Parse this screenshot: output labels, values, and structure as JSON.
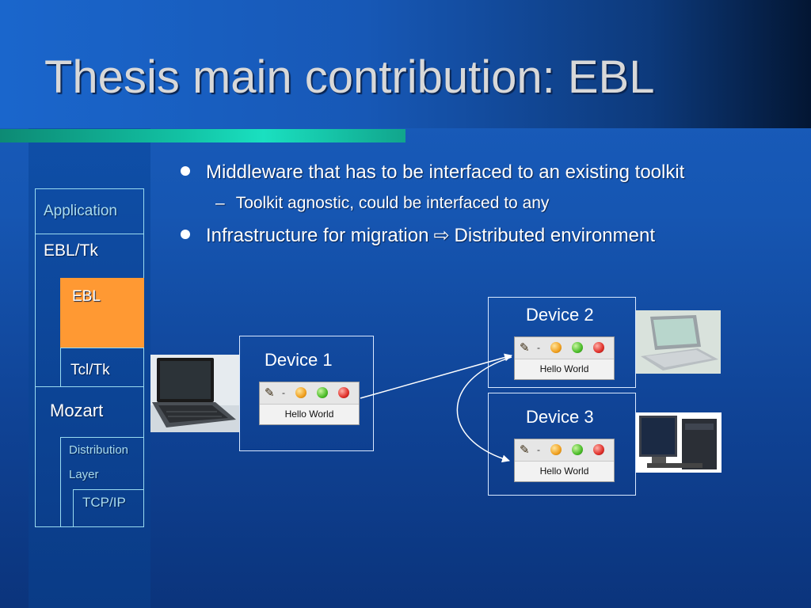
{
  "slide": {
    "title": "Thesis main contribution: EBL",
    "colors": {
      "background": "#1656b2",
      "accent_bar": "#12c2a4",
      "ebl_highlight": "#ff9933",
      "stack_border": "#9adbf0"
    }
  },
  "bullets": [
    {
      "level": 1,
      "text": "Middleware that has to be interfaced to an existing toolkit"
    },
    {
      "level": 2,
      "text": "Toolkit agnostic, could be interfaced to any"
    },
    {
      "level": 1,
      "text_before": "Infrastructure for migration",
      "arrow": "⇨",
      "text_after": "Distributed environment"
    }
  ],
  "stack": {
    "application": "Application",
    "ebl_tk": "EBL/Tk",
    "ebl": "EBL",
    "tcl_tk": "Tcl/Tk",
    "mozart": "Mozart",
    "distribution_line1": "Distribution",
    "distribution_line2": "Layer",
    "tcp_ip": "TCP/IP"
  },
  "devices": [
    {
      "label": "Device 1",
      "window_text": "Hello World",
      "photo_icon": "laptop-icon"
    },
    {
      "label": "Device 2",
      "window_text": "Hello World",
      "photo_icon": "tablet-pc-icon"
    },
    {
      "label": "Device 3",
      "window_text": "Hello World",
      "photo_icon": "desktop-computer-icon"
    }
  ],
  "window_controls": {
    "minimize_glyph": "-"
  }
}
